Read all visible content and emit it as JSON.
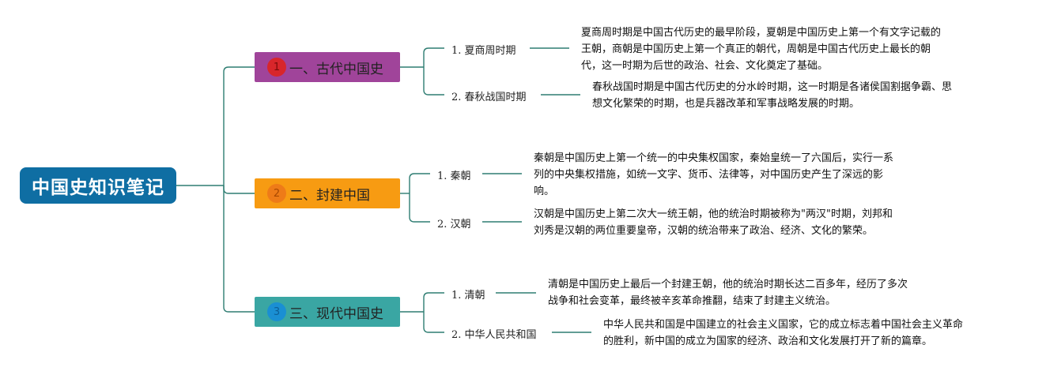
{
  "root": {
    "title": "中国史知识笔记"
  },
  "colors": {
    "root": "#0f6ea3",
    "line": "#2e7d72",
    "branch1": "#a0449a",
    "branch2": "#f79b12",
    "branch3": "#3aa6a3",
    "badge1": "#d8262b",
    "badge2": "#ee7b18",
    "badge3": "#1a8fd3"
  },
  "branches": [
    {
      "badge": "1",
      "label": "一、古代中国史",
      "children": [
        {
          "label": "1. 夏商周时期",
          "note": [
            "夏商周时期是中国古代历史的最早阶段，夏朝是中国历史上第一个有文字记载的",
            "王朝，商朝是中国历史上第一个真正的朝代，周朝是中国古代历史上最长的朝",
            "代，这一时期为后世的政治、社会、文化奠定了基础。"
          ]
        },
        {
          "label": "2. 春秋战国时期",
          "note": [
            "春秋战国时期是中国古代历史的分水岭时期，这一时期是各诸侯国割据争霸、思",
            "想文化繁荣的时期，也是兵器改革和军事战略发展的时期。"
          ]
        }
      ]
    },
    {
      "badge": "2",
      "label": "二、封建中国",
      "children": [
        {
          "label": "1. 秦朝",
          "note": [
            "秦朝是中国历史上第一个统一的中央集权国家，秦始皇统一了六国后，实行一系",
            "列的中央集权措施，如统一文字、货币、法律等，对中国历史产生了深远的影",
            "响。"
          ]
        },
        {
          "label": "2. 汉朝",
          "note": [
            "汉朝是中国历史上第二次大一统王朝，他的统治时期被称为\"两汉\"时期，刘邦和",
            "刘秀是汉朝的两位重要皇帝，汉朝的统治带来了政治、经济、文化的繁荣。"
          ]
        }
      ]
    },
    {
      "badge": "3",
      "label": "三、现代中国史",
      "children": [
        {
          "label": "1. 清朝",
          "note": [
            "清朝是中国历史上最后一个封建王朝，他的统治时期长达二百多年，经历了多次",
            "战争和社会变革，最终被辛亥革命推翻，结束了封建主义统治。"
          ]
        },
        {
          "label": "2. 中华人民共和国",
          "note": [
            "中华人民共和国是中国建立的社会主义国家，它的成立标志着中国社会主义革命",
            "的胜利，新中国的成立为国家的经济、政治和文化发展打开了新的篇章。"
          ]
        }
      ]
    }
  ]
}
